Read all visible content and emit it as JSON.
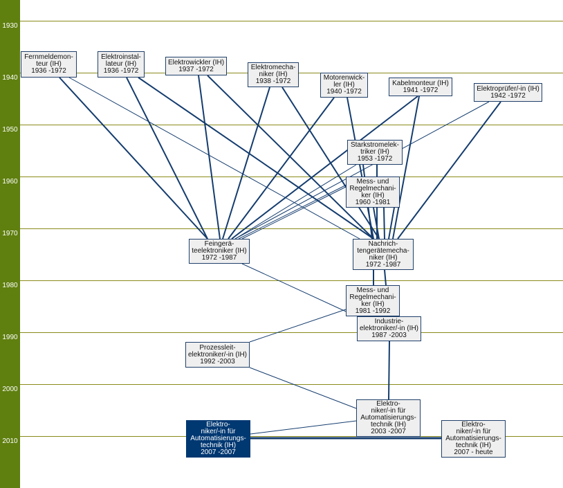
{
  "years": [
    "1930",
    "1940",
    "1950",
    "1960",
    "1970",
    "1980",
    "1990",
    "2000",
    "2010"
  ],
  "nodes": [
    {
      "id": "fernmelde",
      "lines": [
        "Fernmeldemon-",
        "teur (IH)",
        "1936 -1972"
      ]
    },
    {
      "id": "elektroinstallateur",
      "lines": [
        "Elektroinstal-",
        "lateur (IH)",
        "1936 -1972"
      ]
    },
    {
      "id": "elektrowickler",
      "lines": [
        "Elektrowickler (IH)",
        "1937 -1972"
      ]
    },
    {
      "id": "elektromechaniker",
      "lines": [
        "Elektromecha-",
        "niker (IH)",
        "1938 -1972"
      ]
    },
    {
      "id": "motorenwickler",
      "lines": [
        "Motorenwick-",
        "ler (IH)",
        "1940 -1972"
      ]
    },
    {
      "id": "kabelmonteur",
      "lines": [
        "Kabelmonteur (IH)",
        "1941 -1972"
      ]
    },
    {
      "id": "elektropruefer",
      "lines": [
        "Elektroprüfer/-in (IH)",
        "1942 -1972"
      ]
    },
    {
      "id": "starkstrom",
      "lines": [
        "Starkstromelek-",
        "triker (IH)",
        "1953 -1972"
      ]
    },
    {
      "id": "messregel1960",
      "lines": [
        "Mess- und",
        "Regelmechani-",
        "ker (IH)",
        "1960 -1981"
      ]
    },
    {
      "id": "feingeraet",
      "lines": [
        "Feingerä-",
        "teelektroniker (IH)",
        "1972 -1987"
      ]
    },
    {
      "id": "nachrichten",
      "lines": [
        "Nachrich-",
        "tengerätemecha-",
        "niker (IH)",
        "1972 -1987"
      ]
    },
    {
      "id": "messregel1981",
      "lines": [
        "Mess- und",
        "Regelmechani-",
        "ker (IH)",
        "1981 -1992"
      ]
    },
    {
      "id": "industrie",
      "lines": [
        "Industrie-",
        "elektroniker/-in (IH)",
        "1987 -2003"
      ]
    },
    {
      "id": "prozessleit",
      "lines": [
        "Prozessleit-",
        "elektroniker/-in (IH)",
        "1992 -2003"
      ]
    },
    {
      "id": "automat2003",
      "lines": [
        "Elektro-",
        "niker/-in für",
        "Automatisierungs-",
        "technik (IH)",
        "2003 -2007"
      ]
    },
    {
      "id": "automat2007",
      "lines": [
        "Elektro-",
        "niker/-in für",
        "Automatisierungs-",
        "technik (IH)",
        "2007 -2007"
      ],
      "highlight": true
    },
    {
      "id": "automatheute",
      "lines": [
        "Elektro-",
        "niker/-in für",
        "Automatisierungs-",
        "technik (IH)",
        "2007 - heute"
      ]
    }
  ],
  "colors": {
    "sidebar": "#5f7f0f",
    "edge": "#143c6e",
    "highlight": "#003872"
  }
}
